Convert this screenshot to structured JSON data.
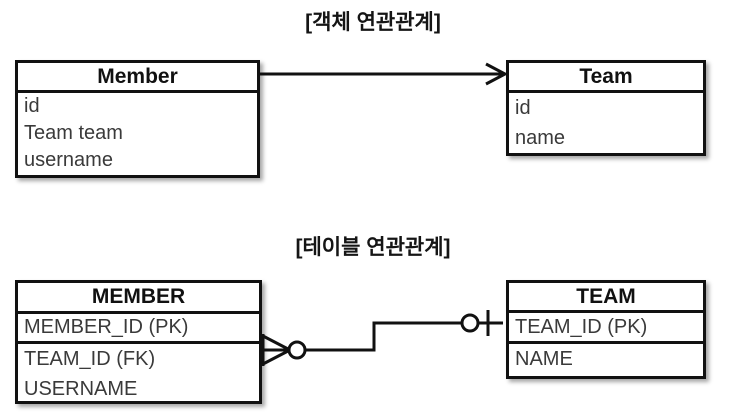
{
  "page": {
    "background": "#ffffff",
    "line_color": "#111111",
    "text_color": "#3a3a3a"
  },
  "sections": {
    "object": {
      "title": "[객체 연관관계]",
      "entities": [
        {
          "name": "Member",
          "fields": [
            "id",
            "Team team",
            "username"
          ]
        },
        {
          "name": "Team",
          "fields": [
            "id",
            "name"
          ]
        }
      ],
      "relationship": {
        "type": "directed-association",
        "from": "Member",
        "to": "Team",
        "arrow": "open-arrowhead"
      }
    },
    "table": {
      "title": "[테이블 연관관계]",
      "entities": [
        {
          "name": "MEMBER",
          "fields": [
            "MEMBER_ID (PK)",
            "TEAM_ID (FK)",
            "USERNAME"
          ]
        },
        {
          "name": "TEAM",
          "fields": [
            "TEAM_ID (PK)",
            "NAME"
          ]
        }
      ],
      "relationship": {
        "type": "crows-foot",
        "from": "MEMBER",
        "to": "TEAM",
        "from_cardinality": "zero-or-many",
        "to_cardinality": "zero-or-one"
      }
    }
  }
}
